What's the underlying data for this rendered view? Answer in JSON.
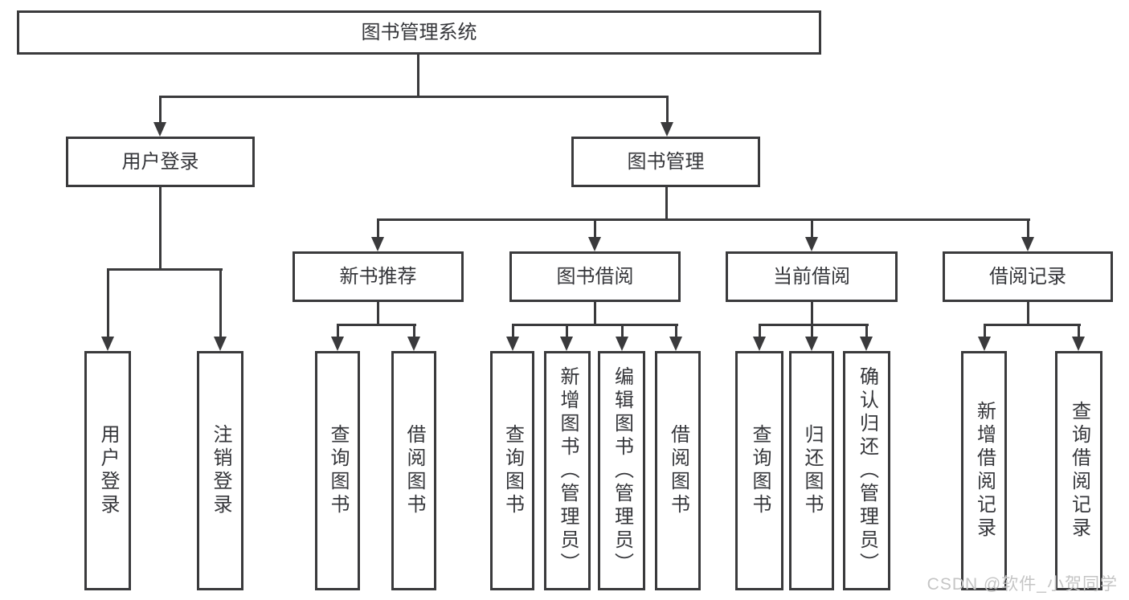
{
  "diagram_title": "图书管理系统",
  "tree": {
    "label": "图书管理系统",
    "children": [
      {
        "label": "用户登录",
        "children": [
          {
            "label": "用户登录"
          },
          {
            "label": "注销登录"
          }
        ]
      },
      {
        "label": "图书管理",
        "children": [
          {
            "label": "新书推荐",
            "children": [
              {
                "label": "查询图书"
              },
              {
                "label": "借阅图书"
              }
            ]
          },
          {
            "label": "图书借阅",
            "children": [
              {
                "label": "查询图书"
              },
              {
                "label": "新增图书（管理员）"
              },
              {
                "label": "编辑图书（管理员）"
              },
              {
                "label": "借阅图书"
              }
            ]
          },
          {
            "label": "当前借阅",
            "children": [
              {
                "label": "查询图书"
              },
              {
                "label": "归还图书"
              },
              {
                "label": "确认归还（管理员）"
              }
            ]
          },
          {
            "label": "借阅记录",
            "children": [
              {
                "label": "新增借阅记录"
              },
              {
                "label": "查询借阅记录"
              }
            ]
          }
        ]
      }
    ]
  },
  "watermark": {
    "text": "CSDN @软件_小贺同学"
  },
  "colors": {
    "line": "#3a3a3c",
    "text": "#35363a",
    "background": "#ffffff",
    "watermark": "#c5c5c5"
  }
}
